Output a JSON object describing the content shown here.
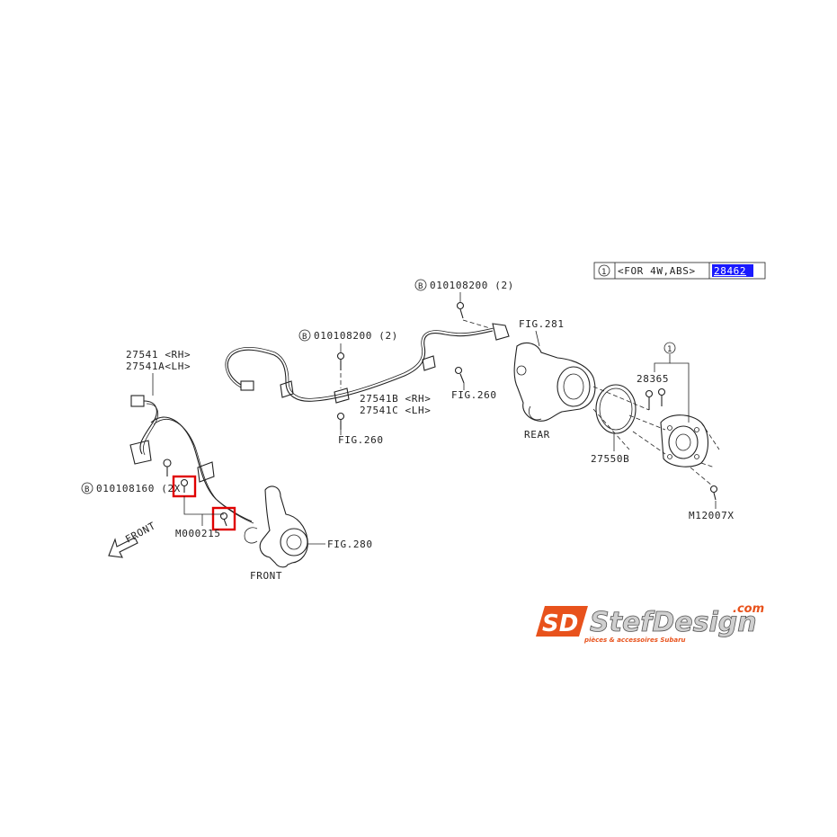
{
  "header_box": {
    "circle_ref": "1",
    "condition": "<FOR 4W,ABS>",
    "highlight_ref": "28462",
    "highlight_color": "#1a1aff"
  },
  "labels": {
    "front_sensor_rh": "27541 <RH>",
    "front_sensor_lh": "27541A<LH>",
    "front_bolt": "010108160 (2X",
    "front_bolt_marker": "B",
    "front_clip": "M000215",
    "front_arrow": "FRONT",
    "front_knuckle_fig": "FIG.280",
    "front_knuckle": "FRONT",
    "mid_bolt": "010108200 (2)",
    "mid_bolt_marker": "B",
    "rear_harness_rh": "27541B <RH>",
    "rear_harness_lh": "27541C <LH>",
    "fig_260_lower": "FIG.260",
    "fig_260_right": "FIG.260",
    "top_bolt": "010108200 (2)",
    "top_bolt_marker": "B",
    "rear_knuckle_fig": "FIG.281",
    "rear_knuckle": "REAR",
    "rear_hub_ref": "1",
    "rear_hub_bolt": "28365",
    "rear_ring": "27550B",
    "rear_screw": "M12007X"
  },
  "highlight_color": "#e00000",
  "logo": {
    "mark": "SD",
    "word": "StefDesign",
    "domain": ".com",
    "tagline": "pièces & accessoires Subaru",
    "brand_color": "#e8521c"
  }
}
